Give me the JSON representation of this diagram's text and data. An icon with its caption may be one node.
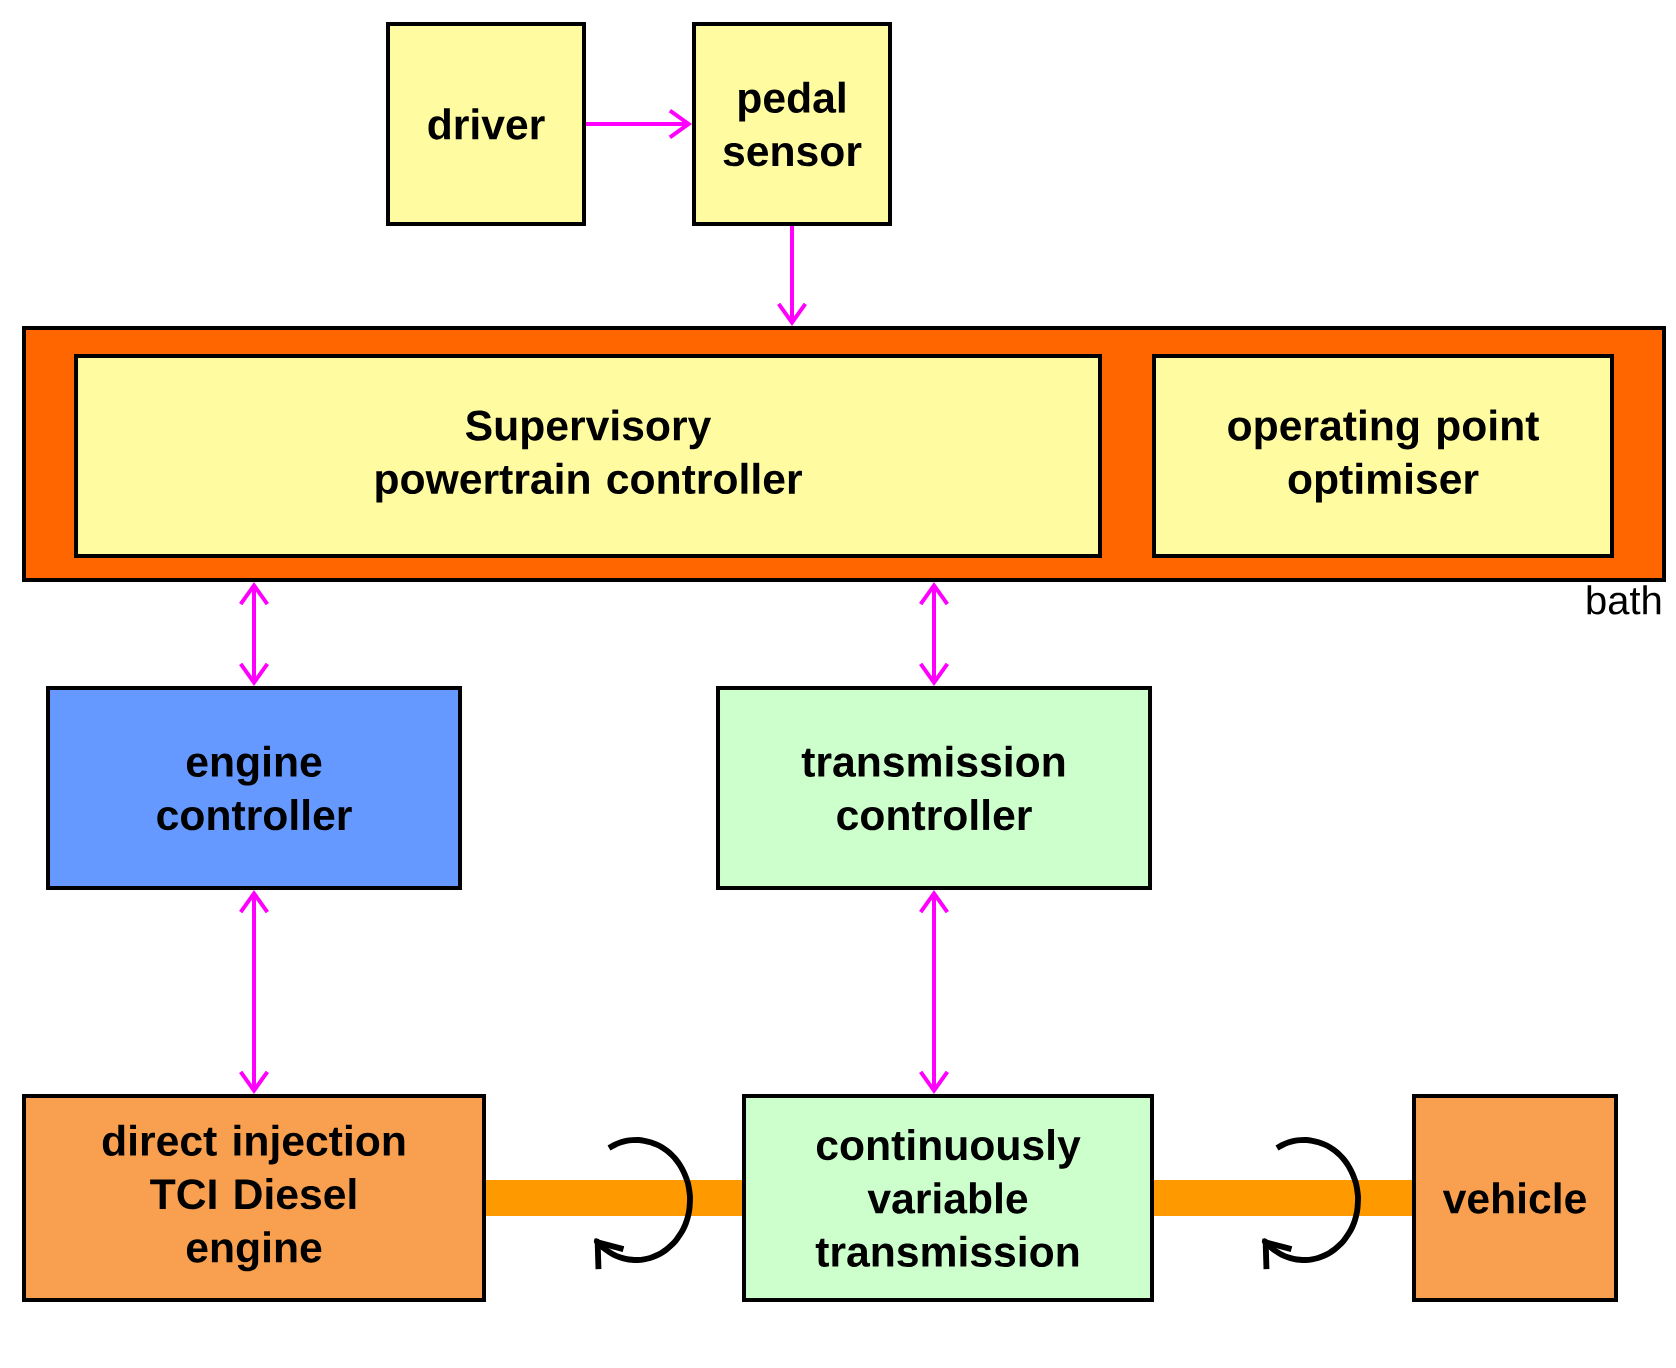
{
  "diagram": {
    "nodes": [
      {
        "text": [
          "driver"
        ]
      },
      {
        "text": [
          "pedal sensor"
        ]
      },
      {
        "text": [],
        "shape": "box",
        "beside": [
          "bath"
        ]
      },
      {
        "text": [
          "Supervisory powertrain controller"
        ],
        "in": 2
      },
      {
        "text": [
          "operating point optimiser"
        ],
        "in": 2
      },
      {
        "text": [
          "engine controller"
        ]
      },
      {
        "text": [
          "transmission controller"
        ]
      },
      {
        "text": [
          "direct injection TCI Diesel engine"
        ]
      },
      {
        "text": [
          "continuously variable transmission"
        ]
      },
      {
        "text": [
          "vehicle"
        ]
      }
    ],
    "edges": [
      {
        "from": 0,
        "to": 1,
        "arrow": "to"
      },
      {
        "from": 1,
        "to": 2,
        "arrow": "to"
      },
      {
        "from": 2,
        "to": 5,
        "arrow": "both"
      },
      {
        "from": 2,
        "to": 6,
        "arrow": "both"
      },
      {
        "from": 5,
        "to": 7,
        "arrow": "both"
      },
      {
        "from": 6,
        "to": 8,
        "arrow": "both"
      },
      {
        "from": 7,
        "to": 8,
        "arrow": "none",
        "style": "thick",
        "color": "#ff9900"
      },
      {
        "from": 8,
        "to": 9,
        "arrow": "none",
        "style": "thick",
        "color": "#ff9900"
      }
    ]
  }
}
